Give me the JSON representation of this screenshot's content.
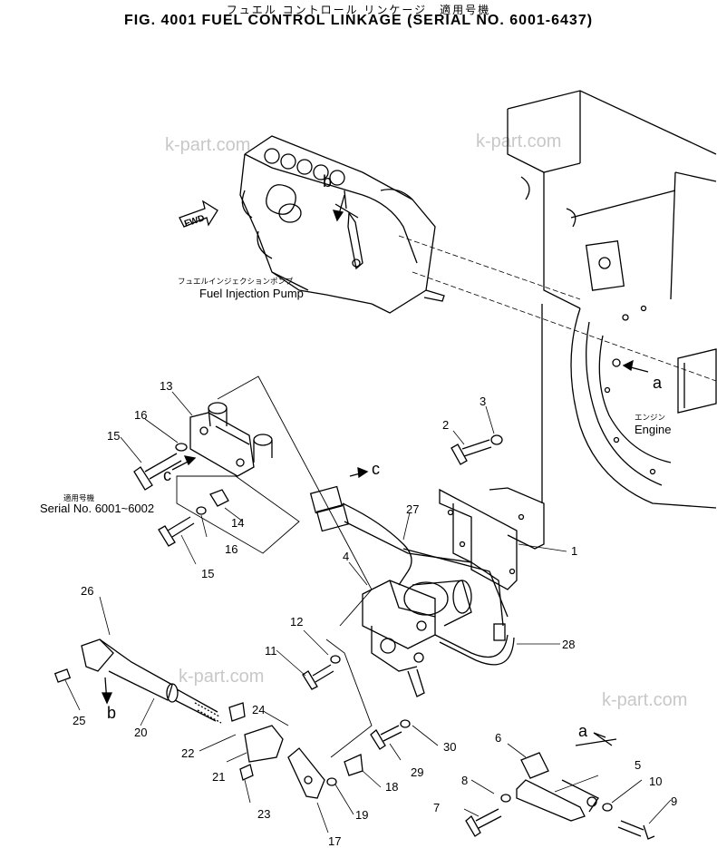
{
  "title": {
    "japanese": "フュエル コントロール リンケージ　適用号機",
    "english": "FIG. 4001  FUEL CONTROL LINKAGE (SERIAL NO. 6001-6437)"
  },
  "watermarks": [
    "k-part.com",
    "k-part.com",
    "k-part.com",
    "k-part.com"
  ],
  "labels": {
    "pump_jp": "フュエルインジェクションポンプ",
    "pump_en": "Fuel Injection Pump",
    "engine_jp": "エンジン",
    "engine_en": "Engine",
    "serial_jp": "適用号機",
    "serial_en": "Serial No. 6001~6002",
    "fwd": "FWD"
  },
  "ref_letters": [
    "a",
    "a",
    "b",
    "b",
    "c",
    "c"
  ],
  "parts": [
    "1",
    "2",
    "3",
    "4",
    "5",
    "6",
    "7",
    "8",
    "9",
    "10",
    "11",
    "12",
    "13",
    "14",
    "15",
    "15",
    "16",
    "16",
    "17",
    "18",
    "19",
    "20",
    "21",
    "22",
    "23",
    "24",
    "25",
    "26",
    "27",
    "28",
    "29",
    "30"
  ]
}
